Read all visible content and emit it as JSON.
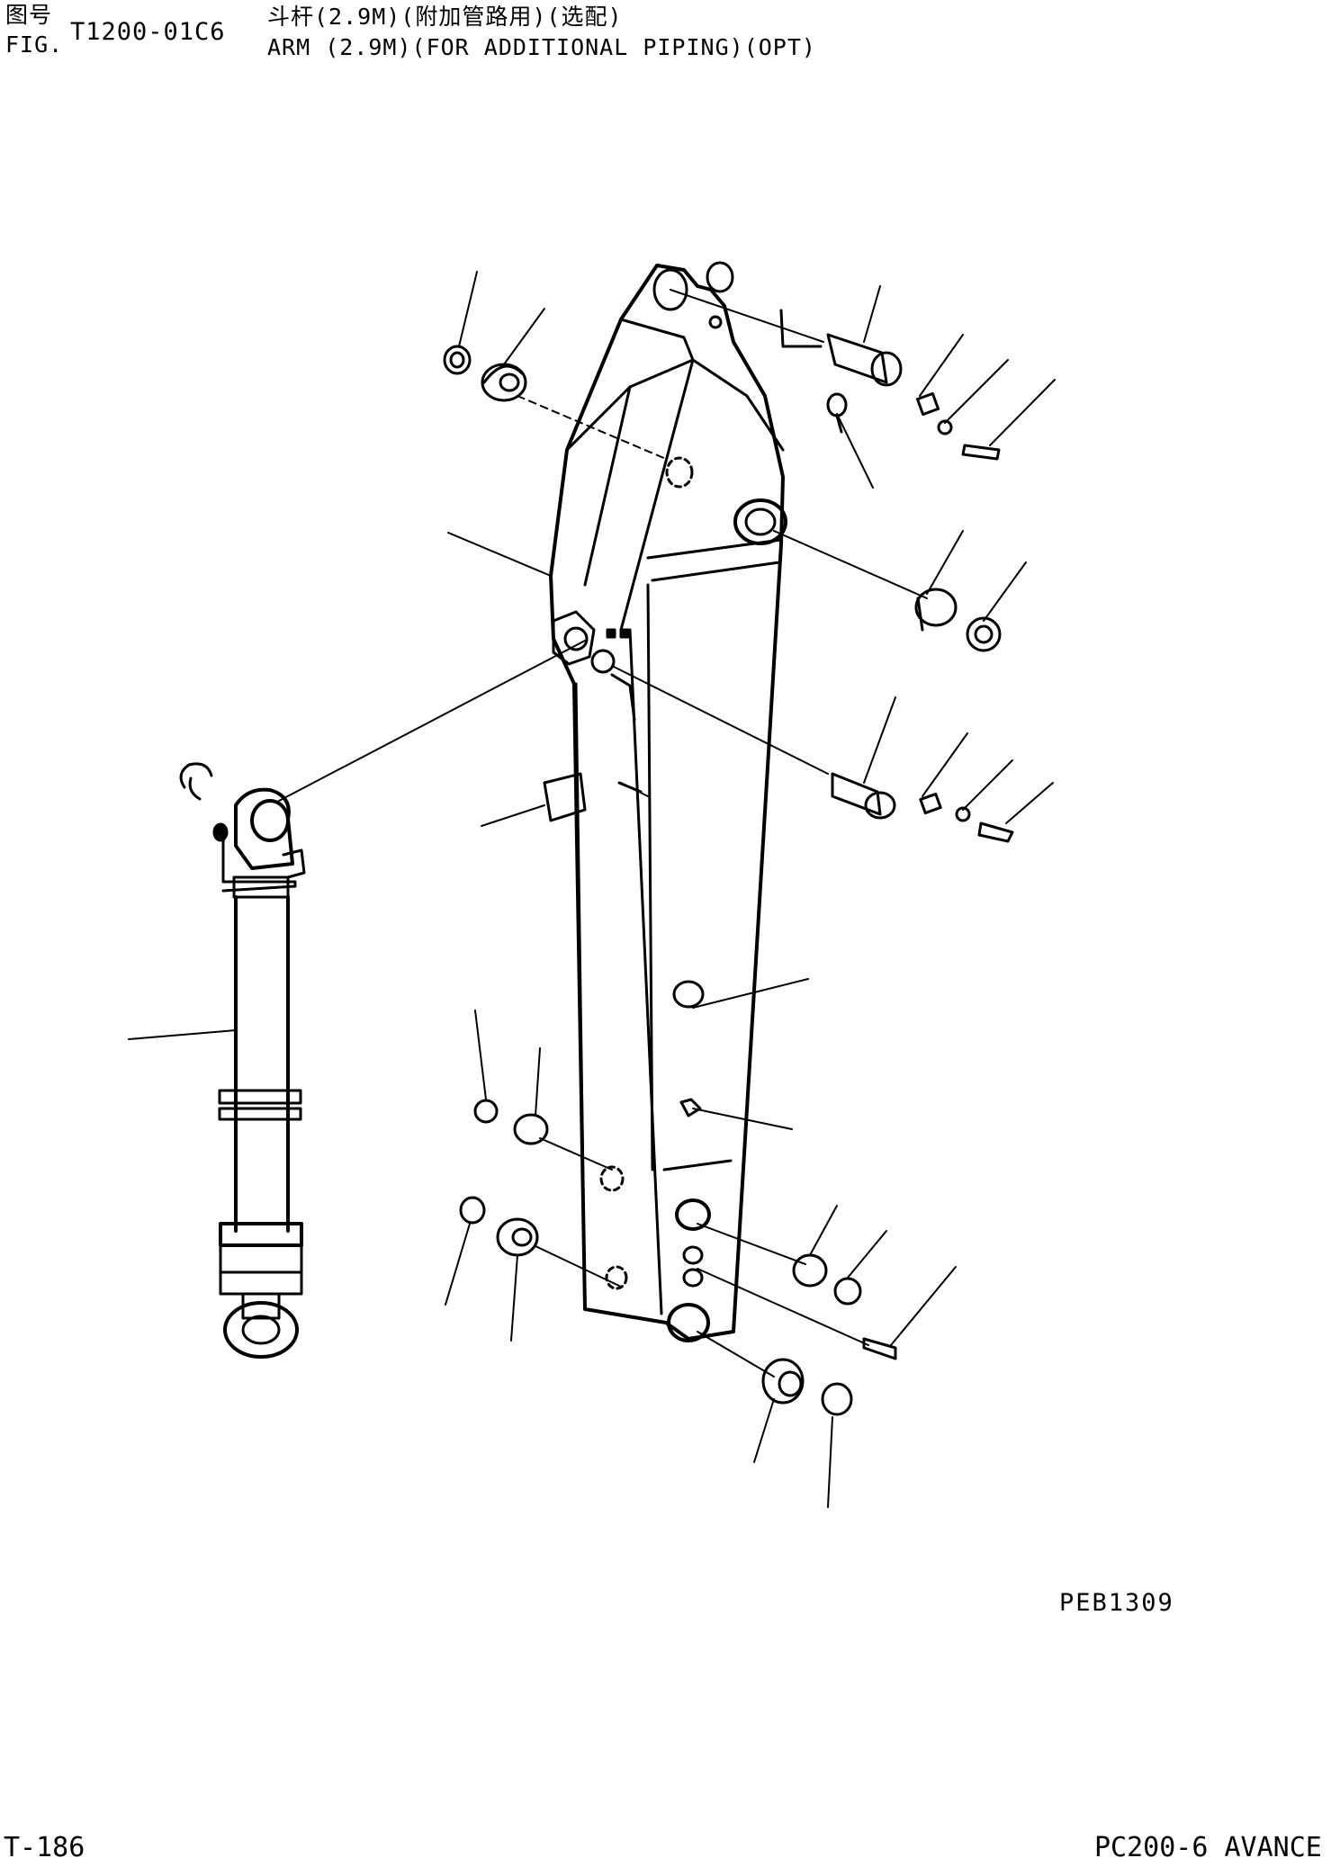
{
  "header": {
    "fig_cn": "图号",
    "fig_number": "T1200-01C6",
    "fig_en": "FIG.",
    "title_cn": "斗杆(2.9M)(附加管路用)(选配)",
    "title_en": "ARM (2.9M)(FOR ADDITIONAL PIPING)(OPT)"
  },
  "diagram": {
    "reference_code": "PEB1309",
    "parts": [
      "arm",
      "arm-cylinder",
      "pins",
      "bushings",
      "seals",
      "bolts",
      "washers",
      "grease-fittings",
      "plates"
    ]
  },
  "footer": {
    "page": "T-186",
    "model": "PC200-6 AVANCE"
  }
}
